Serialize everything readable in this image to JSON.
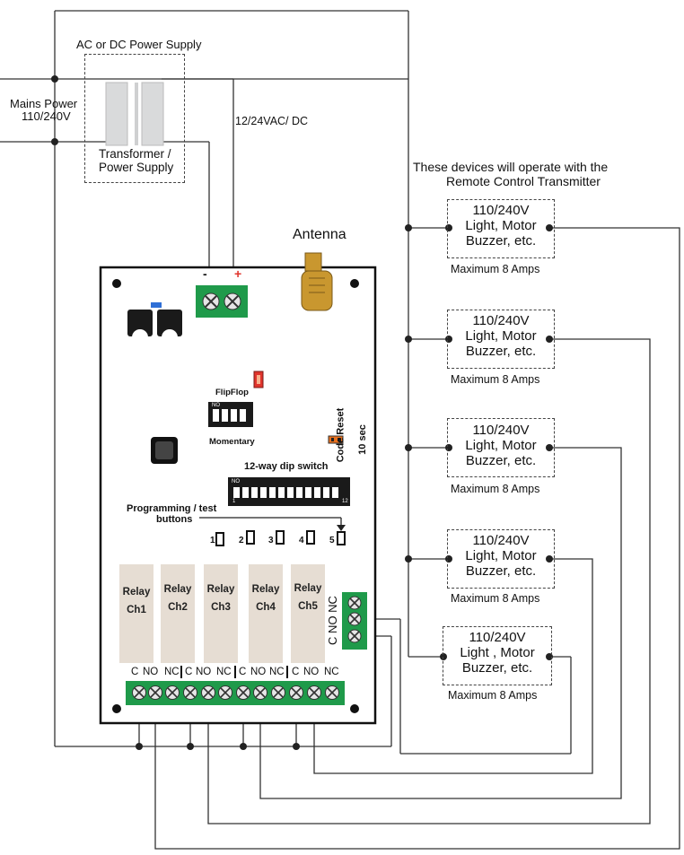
{
  "power_supply": {
    "box_label": "AC or DC Power Supply",
    "transformer_label_1": "Transformer /",
    "transformer_label_2": "Power Supply",
    "mains_label_1": "Mains Power",
    "mains_label_2": "110/240V",
    "output_label": "12/24VAC/ DC"
  },
  "board": {
    "antenna_label": "Antenna",
    "minus_label": "-",
    "plus_label": "+",
    "flipflop_label": "FlipFlop",
    "momentary_label": "Momentary",
    "no_small_label": "NO",
    "code_reset_label_1": "Code Reset",
    "code_reset_label_2": "10 sec",
    "dip_label": "12-way dip switch",
    "dip_no": "NO",
    "dip_one": "1",
    "dip_twelve": "12",
    "programming_label_1": "Programming / test",
    "programming_label_2": "buttons",
    "buttons": [
      "1",
      "2",
      "3",
      "4",
      "5"
    ],
    "relays": [
      {
        "line1": "Relay",
        "line2": "Ch1"
      },
      {
        "line1": "Relay",
        "line2": "Ch2"
      },
      {
        "line1": "Relay",
        "line2": "Ch3"
      },
      {
        "line1": "Relay",
        "line2": "Ch4"
      },
      {
        "line1": "Relay",
        "line2": "Ch5"
      }
    ],
    "terminal_labels": [
      "C",
      "NO",
      "NC",
      "C",
      "NO",
      "NC",
      "C",
      "NO",
      "NC",
      "C",
      "NO",
      "NC",
      "C",
      "NO",
      "NC"
    ],
    "side_terminal_label": "C NO NC"
  },
  "devices": {
    "heading_1": "These  devices  will operate with  the",
    "heading_2": "Remote Control Transmitter",
    "items": [
      {
        "line1": "110/240V",
        "line2": "Light, Motor",
        "line3": "Buzzer, etc.",
        "amps": "Maximum 8 Amps"
      },
      {
        "line1": "110/240V",
        "line2": "Light, Motor",
        "line3": "Buzzer, etc.",
        "amps": "Maximum 8 Amps"
      },
      {
        "line1": "110/240V",
        "line2": "Light, Motor",
        "line3": "Buzzer, etc.",
        "amps": "Maximum 8 Amps"
      },
      {
        "line1": "110/240V",
        "line2": "Light, Motor",
        "line3": "Buzzer, etc.",
        "amps": "Maximum 8 Amps"
      },
      {
        "line1": "110/240V",
        "line2": "Light , Motor",
        "line3": "Buzzer, etc.",
        "amps": "Maximum 8 Amps"
      }
    ]
  },
  "colors": {
    "terminal_green": "#1f9a4a",
    "relay_beige": "#e6ddd3",
    "flipflop_red": "#e0342c",
    "code_reset_orange": "#e9701d",
    "blue_led": "#2f6fd6",
    "antenna_gold": "#c9972f"
  }
}
